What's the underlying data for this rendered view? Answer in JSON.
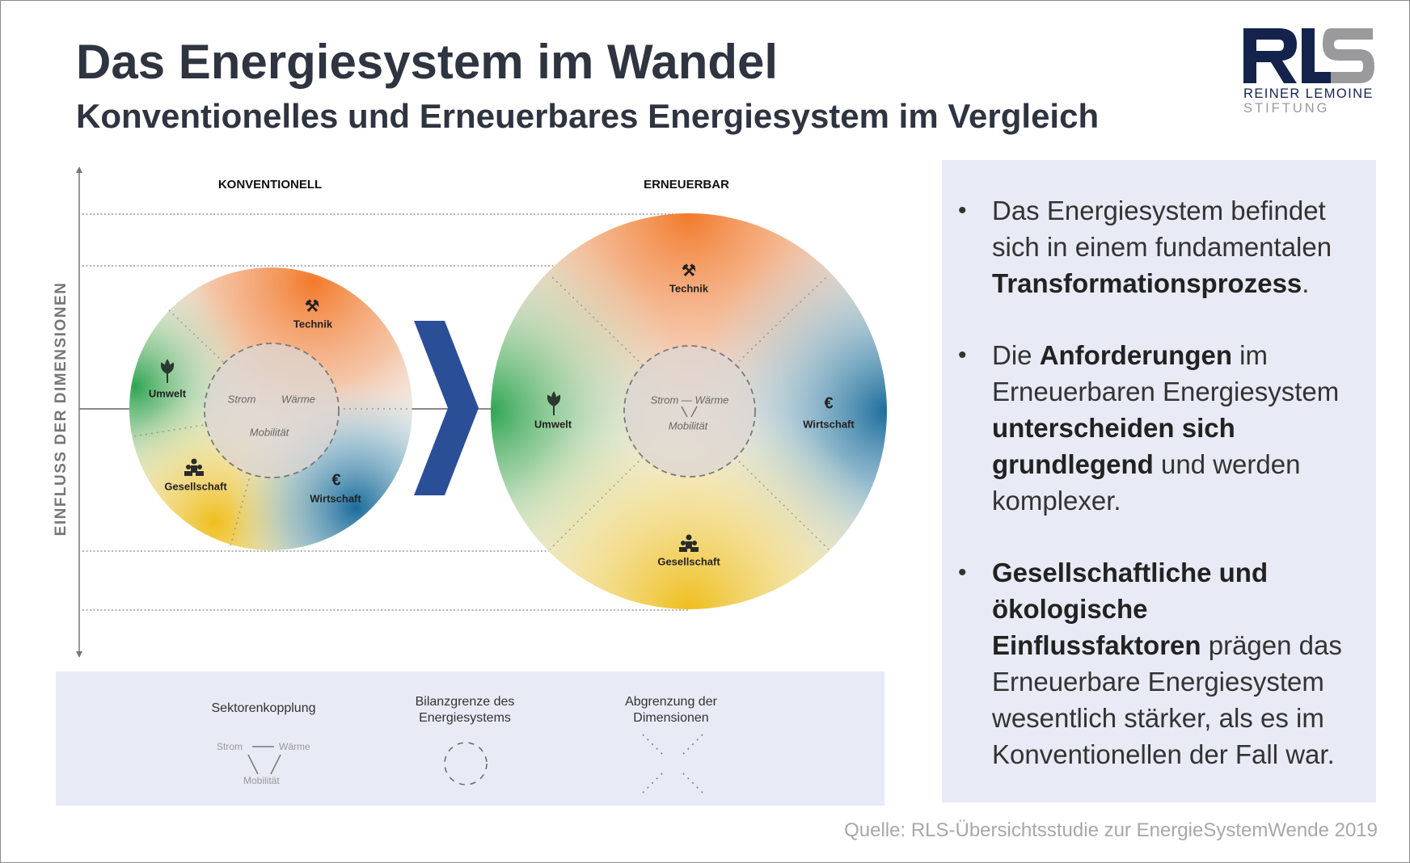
{
  "header": {
    "title": "Das Energiesystem im Wandel",
    "subtitle": "Konventionelles und Erneuerbares Energiesystem im Vergleich"
  },
  "logo": {
    "mark": "RLS",
    "line1": "REINER LEMOINE",
    "line2": "STIFTUNG",
    "colors": {
      "dark": "#13234b",
      "grey": "#9a9a9c"
    }
  },
  "diagram": {
    "axis_label": "EINFLUSS DER DIMENSIONEN",
    "conventional": {
      "heading": "KONVENTIONELL",
      "segments": {
        "technik": "Technik",
        "umwelt": "Umwelt",
        "gesellschaft": "Gesellschaft",
        "wirtschaft": "Wirtschaft"
      },
      "inner": {
        "strom": "Strom",
        "waerme": "Wärme",
        "mobilitaet": "Mobilität"
      }
    },
    "renewable": {
      "heading": "ERNEUERBAR",
      "segments": {
        "technik": "Technik",
        "umwelt": "Umwelt",
        "gesellschaft": "Gesellschaft",
        "wirtschaft": "Wirtschaft"
      },
      "inner": {
        "strom_waerme": "Strom — Wärme",
        "mobilitaet": "Mobilität"
      }
    },
    "icons": {
      "technik": "hammer-pick-icon",
      "umwelt": "plant-icon",
      "gesellschaft": "people-icon",
      "wirtschaft": "euro-icon",
      "euro_glyph": "€"
    },
    "arrow_color": "#2b4f97"
  },
  "legend": {
    "items": [
      {
        "label": "Sektorenkopplung",
        "strom": "Strom",
        "waerme": "Wärme",
        "mobilitaet": "Mobilität"
      },
      {
        "label": "Bilanzgrenze des Energiesystems"
      },
      {
        "label": "Abgrenzung der Dimensionen"
      }
    ]
  },
  "panel": {
    "bullets": [
      [
        {
          "t": "Das Energiesystem befindet sich in einem fundamentalen "
        },
        {
          "t": "Transformationsprozess",
          "b": true
        },
        {
          "t": "."
        }
      ],
      [
        {
          "t": "Die "
        },
        {
          "t": "Anforderungen",
          "b": true
        },
        {
          "t": " im Erneuerbaren Energiesystem "
        },
        {
          "t": "unterscheiden sich grundlegend",
          "b": true
        },
        {
          "t": " und werden komplexer."
        }
      ],
      [
        {
          "t": "Gesellschaftliche und ökologische Einflussfaktoren",
          "b": true
        },
        {
          "t": " prägen das Erneuerbare Energiesystem wesentlich stärker, als es im Konventionellen der Fall war."
        }
      ]
    ],
    "bullet_glyph": "•"
  },
  "source": "Quelle: RLS-Übersichtsstudie zur EnergieSystemWende 2019"
}
